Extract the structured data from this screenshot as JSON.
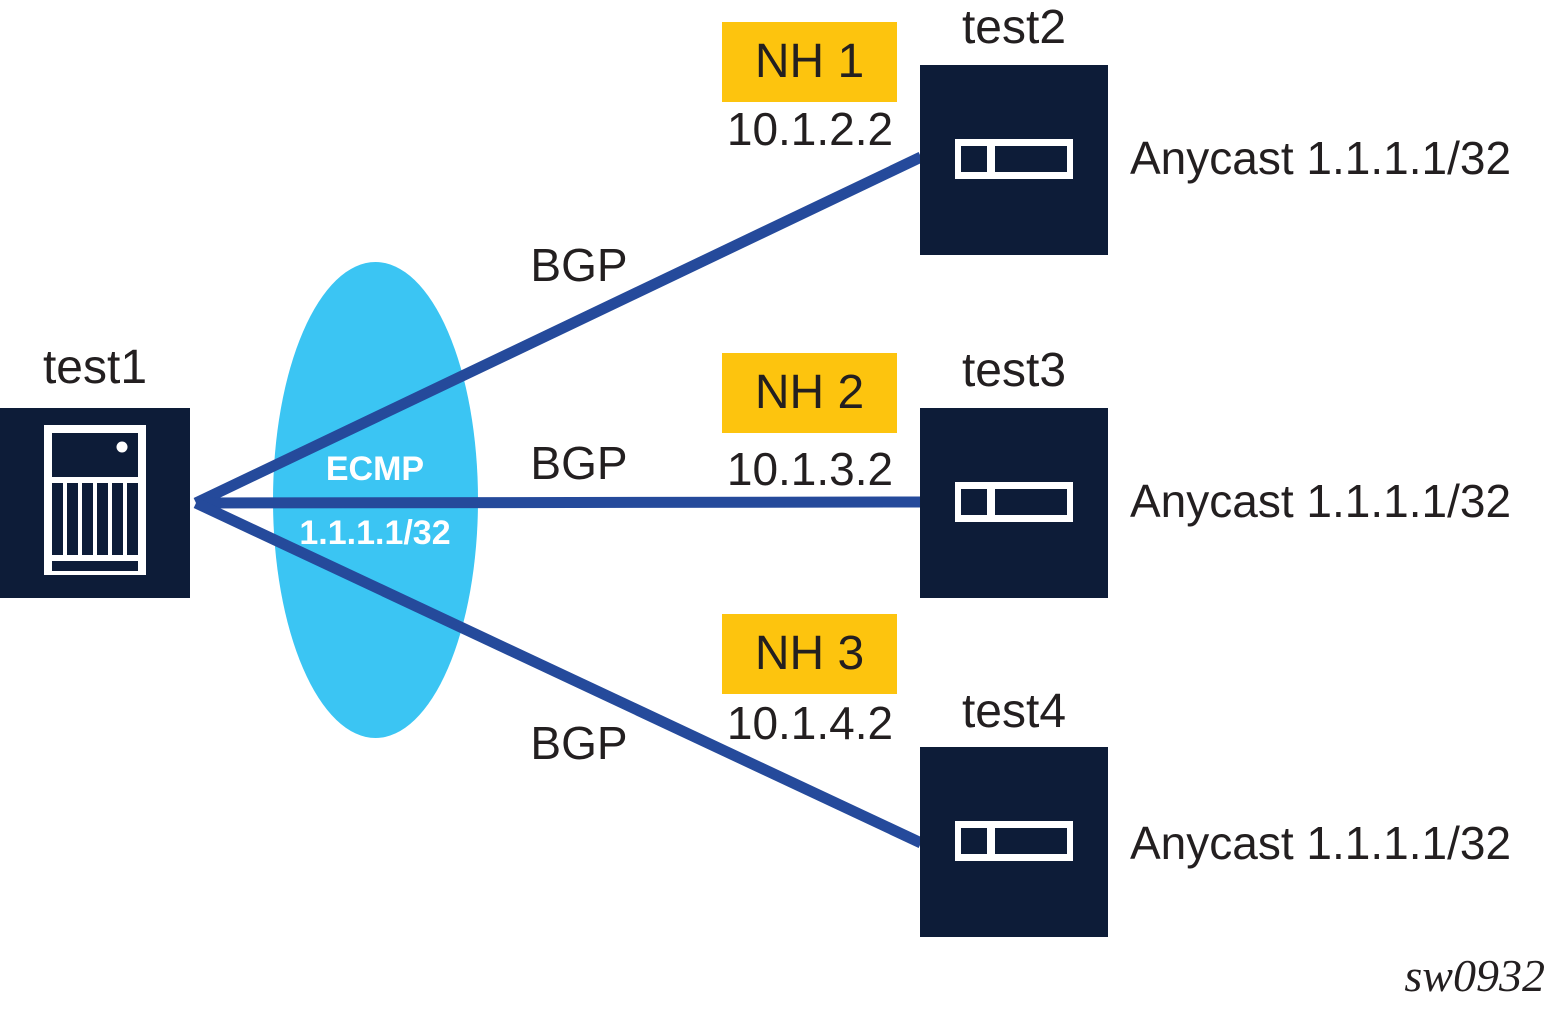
{
  "figure": {
    "id": "sw0932"
  },
  "source": {
    "title": "test1"
  },
  "ecmp": {
    "label": "ECMP",
    "prefix": "1.1.1.1/32"
  },
  "links": [
    {
      "protocol": "BGP",
      "nexthop_label": "NH 1",
      "nexthop_ip": "10.1.2.2",
      "router": "test2",
      "annotation": "Anycast 1.1.1.1/32"
    },
    {
      "protocol": "BGP",
      "nexthop_label": "NH 2",
      "nexthop_ip": "10.1.3.2",
      "router": "test3",
      "annotation": "Anycast 1.1.1.1/32"
    },
    {
      "protocol": "BGP",
      "nexthop_label": "NH 3",
      "nexthop_ip": "10.1.4.2",
      "router": "test4",
      "annotation": "Anycast 1.1.1.1/32"
    }
  ],
  "colors": {
    "node_fill": "#0d1c38",
    "link_stroke": "#254a9b",
    "ecmp_fill": "#3bc5f3",
    "nexthop_fill": "#fdc40e",
    "text": "#231f20",
    "icon": "#ffffff"
  }
}
